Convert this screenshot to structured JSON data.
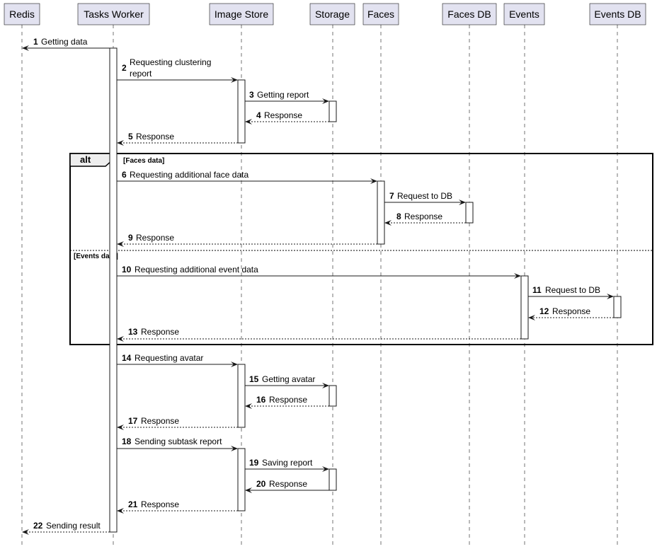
{
  "participants": [
    {
      "id": "redis",
      "label": "Redis"
    },
    {
      "id": "tasks_worker",
      "label": "Tasks Worker"
    },
    {
      "id": "image_store",
      "label": "Image Store"
    },
    {
      "id": "storage",
      "label": "Storage"
    },
    {
      "id": "faces",
      "label": "Faces"
    },
    {
      "id": "faces_db",
      "label": "Faces DB"
    },
    {
      "id": "events",
      "label": "Events"
    },
    {
      "id": "events_db",
      "label": "Events DB"
    }
  ],
  "messages": [
    {
      "num": "1",
      "text": "Getting data",
      "from": "tasks_worker",
      "to": "redis",
      "style": "solid"
    },
    {
      "num": "2",
      "text": [
        "Requesting clustering",
        "report"
      ],
      "from": "tasks_worker",
      "to": "image_store",
      "style": "solid"
    },
    {
      "num": "3",
      "text": "Getting report",
      "from": "image_store",
      "to": "storage",
      "style": "solid"
    },
    {
      "num": "4",
      "text": "Response",
      "from": "storage",
      "to": "image_store",
      "style": "dashed"
    },
    {
      "num": "5",
      "text": "Response",
      "from": "image_store",
      "to": "tasks_worker",
      "style": "dashed"
    },
    {
      "num": "6",
      "text": "Requesting additional face data",
      "from": "tasks_worker",
      "to": "faces",
      "style": "solid"
    },
    {
      "num": "7",
      "text": "Request to DB",
      "from": "faces",
      "to": "faces_db",
      "style": "solid"
    },
    {
      "num": "8",
      "text": "Response",
      "from": "faces_db",
      "to": "faces",
      "style": "dashed"
    },
    {
      "num": "9",
      "text": "Response",
      "from": "faces",
      "to": "tasks_worker",
      "style": "dashed"
    },
    {
      "num": "10",
      "text": "Requesting additional event data",
      "from": "tasks_worker",
      "to": "events",
      "style": "solid"
    },
    {
      "num": "11",
      "text": "Request to DB",
      "from": "events",
      "to": "events_db",
      "style": "solid"
    },
    {
      "num": "12",
      "text": "Response",
      "from": "events_db",
      "to": "events",
      "style": "dashed"
    },
    {
      "num": "13",
      "text": "Response",
      "from": "events",
      "to": "tasks_worker",
      "style": "dashed"
    },
    {
      "num": "14",
      "text": "Requesting avatar",
      "from": "tasks_worker",
      "to": "image_store",
      "style": "solid"
    },
    {
      "num": "15",
      "text": "Getting avatar",
      "from": "image_store",
      "to": "storage",
      "style": "solid"
    },
    {
      "num": "16",
      "text": "Response",
      "from": "storage",
      "to": "image_store",
      "style": "dashed"
    },
    {
      "num": "17",
      "text": "Response",
      "from": "image_store",
      "to": "tasks_worker",
      "style": "dashed"
    },
    {
      "num": "18",
      "text": "Sending subtask report",
      "from": "tasks_worker",
      "to": "image_store",
      "style": "solid"
    },
    {
      "num": "19",
      "text": "Saving report",
      "from": "image_store",
      "to": "storage",
      "style": "solid"
    },
    {
      "num": "20",
      "text": "Response",
      "from": "storage",
      "to": "image_store",
      "style": "solid"
    },
    {
      "num": "21",
      "text": "Response",
      "from": "image_store",
      "to": "tasks_worker",
      "style": "dashed"
    },
    {
      "num": "22",
      "text": "Sending result",
      "from": "tasks_worker",
      "to": "redis",
      "style": "dashed"
    }
  ],
  "alt_frame": {
    "keyword": "alt",
    "sections": [
      {
        "guard": "[Faces data]"
      },
      {
        "guard": "[Events data]"
      }
    ]
  }
}
